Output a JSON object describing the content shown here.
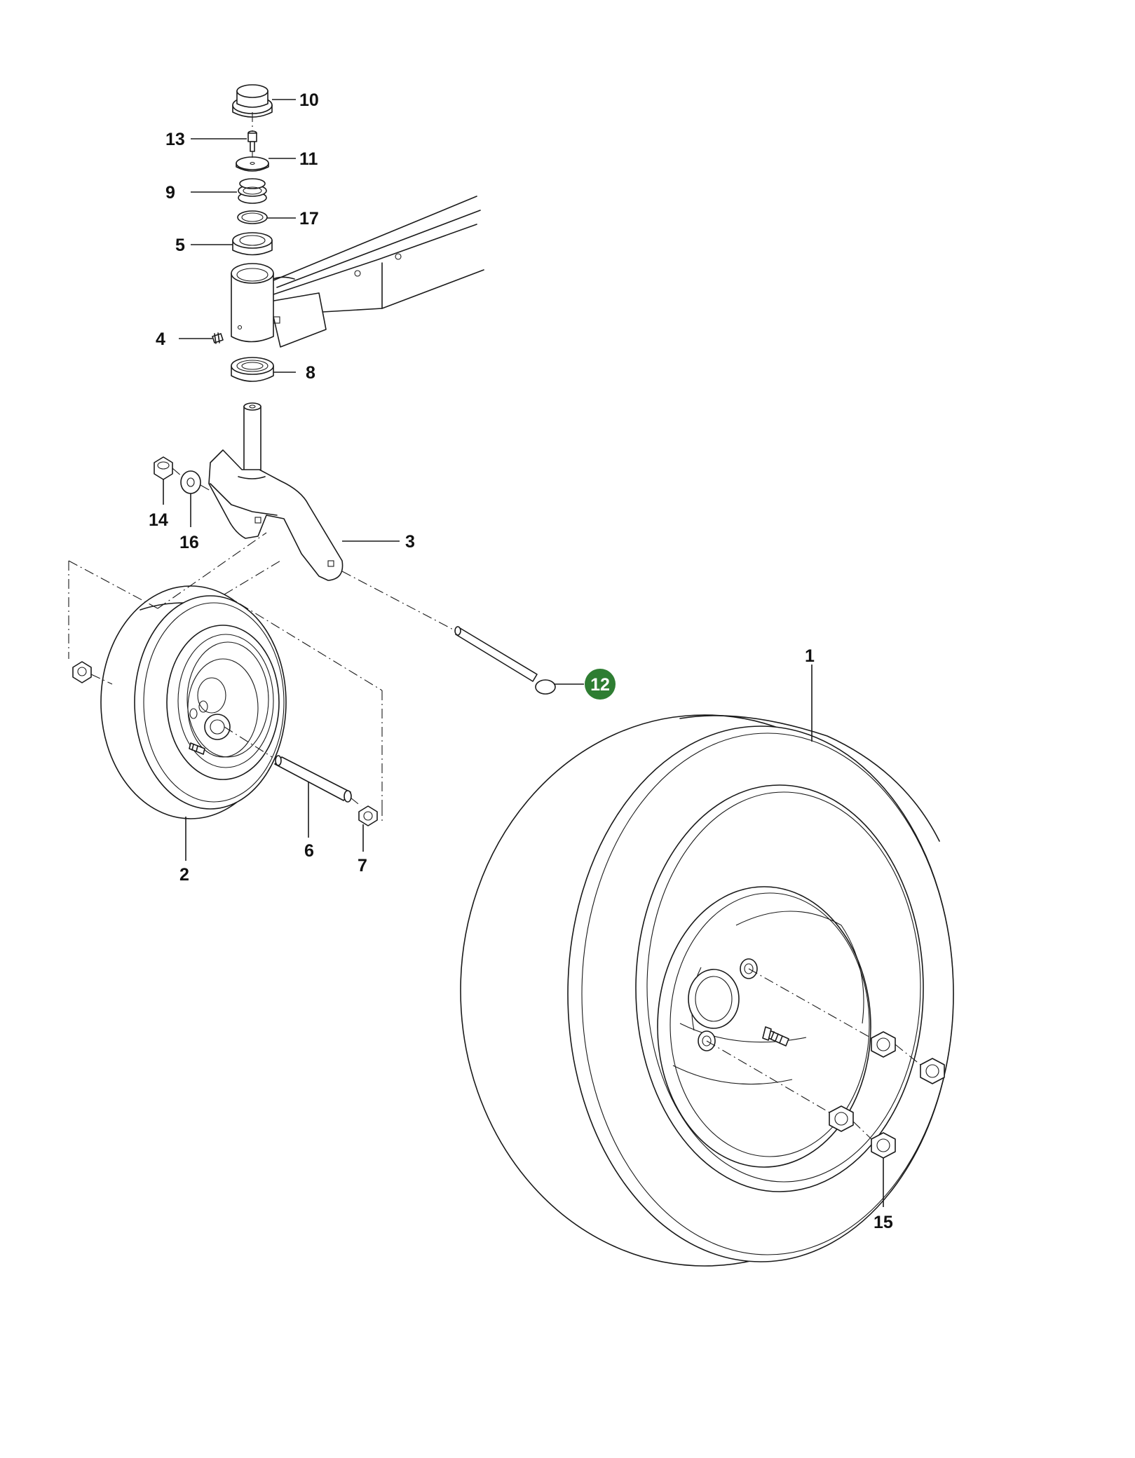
{
  "callouts": {
    "c1": "1",
    "c2": "2",
    "c3": "3",
    "c4": "4",
    "c5": "5",
    "c6": "6",
    "c7": "7",
    "c8": "8",
    "c9": "9",
    "c10": "10",
    "c11": "11",
    "c12": "12",
    "c13": "13",
    "c14": "14",
    "c15": "15",
    "c16": "16",
    "c17": "17"
  },
  "colors": {
    "highlight_badge": "#2e7d32",
    "line": "#1a1a1a",
    "background": "#ffffff"
  },
  "highlighted_part": "12"
}
